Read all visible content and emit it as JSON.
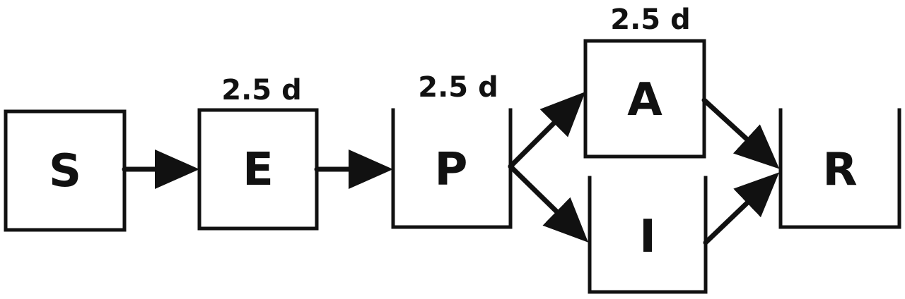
{
  "diagram": {
    "nodes": {
      "s": {
        "label": "S"
      },
      "e": {
        "label": "E",
        "duration": "2.5 d"
      },
      "p": {
        "label": "P",
        "duration": "2.5 d"
      },
      "a": {
        "label": "A",
        "duration": "2.5 d"
      },
      "i": {
        "label": "I"
      },
      "r": {
        "label": "R"
      }
    },
    "edges": [
      {
        "from": "S",
        "to": "E"
      },
      {
        "from": "E",
        "to": "P"
      },
      {
        "from": "P",
        "to": "A"
      },
      {
        "from": "P",
        "to": "I"
      },
      {
        "from": "A",
        "to": "R"
      },
      {
        "from": "I",
        "to": "R"
      }
    ],
    "colors": {
      "stroke": "#111111",
      "background": "#ffffff"
    }
  }
}
